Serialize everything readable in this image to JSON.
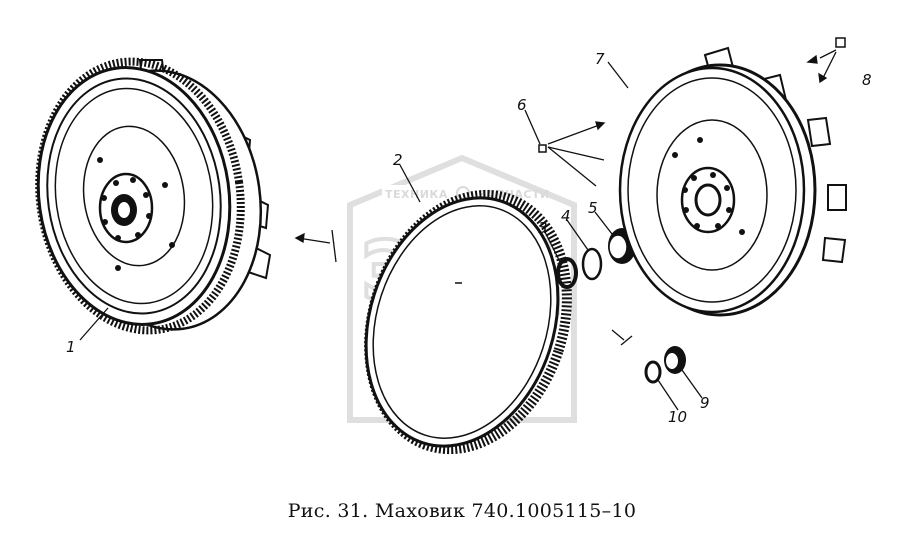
{
  "caption": "Рис. 31. Маховик 740.1005115–10",
  "watermark": {
    "text_left": "ТЕХНИКА",
    "text_right": "ЗАПЧАСТИ",
    "big": "ЭПД",
    "color": "#d4d4d4"
  },
  "callouts": {
    "c1": "1",
    "c2": "2",
    "c3": "3",
    "c4": "4",
    "c5": "5",
    "c6": "6",
    "c7": "7",
    "c8": "8",
    "c9": "9",
    "c10": "10"
  },
  "colors": {
    "ink": "#111111",
    "background": "#ffffff"
  }
}
